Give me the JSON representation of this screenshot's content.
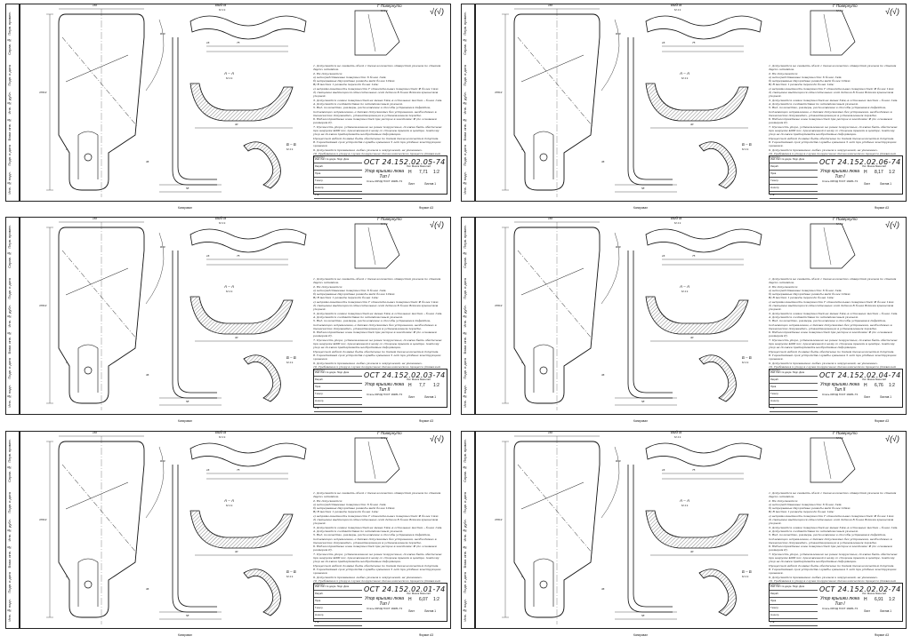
{
  "sheets": [
    {
      "code": "ОСТ 24.152.02.05-74",
      "name": "Упор крышки люка",
      "type": "Тип I",
      "mass": "7,71",
      "scale": "1:2",
      "lit": "Н",
      "material": "Сталь 09Г2Д ГОСТ 19281-73",
      "sheet": "Лист",
      "sheets": "Листов 1"
    },
    {
      "code": "ОСТ 24.152.02.06-74",
      "name": "Упор крышки люка",
      "type": "Тип I",
      "mass": "8,17",
      "scale": "1:2",
      "lit": "Н",
      "material": "Сталь 09Г2Д ГОСТ 19281-73",
      "sheet": "Лист",
      "sheets": "Листов 1"
    },
    {
      "code": "ОСТ 24.152.02.03-74",
      "name": "Упор крышки люка",
      "type": "Тип II",
      "mass": "7,7",
      "scale": "1:2",
      "lit": "Н",
      "material": "Сталь 09Г2Д ГОСТ 19281-73",
      "sheet": "Лист",
      "sheets": "Листов 1"
    },
    {
      "code": "ОСТ 24.152.02.04-74",
      "name": "Упор крышки люка",
      "type": "Тип II",
      "mass": "6,76",
      "scale": "1:2",
      "lit": "Н",
      "material": "Сталь 09Г2Д ГОСТ 19281-73",
      "sheet": "Лист",
      "sheets": "Листов 1"
    },
    {
      "code": "ОСТ 24.152.02.01-74",
      "name": "Упор крышки люка",
      "type": "Тип I",
      "mass": "6,07",
      "scale": "1:2",
      "lit": "Н",
      "material": "Сталь 09Г2Д ГОСТ 19281-73",
      "sheet": "Лист",
      "sheets": "Листов 1"
    },
    {
      "code": "ОСТ 24.152.02.02-74",
      "name": "Упор крышки люка",
      "type": "Тип I",
      "mass": "6,91",
      "scale": "1:2",
      "lit": "Н",
      "material": "Сталь 09Г2Д ГОСТ 19281-73",
      "sheet": "Лист",
      "sheets": "Листов 1"
    }
  ],
  "common": {
    "view_b": "Вид В",
    "view_b_scale": "М 1:1",
    "view_g": "Г Повернуто",
    "view_g_scale": "М 1:4",
    "section_aa": "А – А",
    "section_aa_scale": "М 1:1",
    "section_bb": "Б – Б",
    "section_bb_scale": "М 1:1",
    "roughness": "√(√)",
    "format": "Формат А3",
    "copied": "Копировал",
    "strip": [
      "Перв. примен.",
      "Справ. №",
      "Подп. и дата",
      "Инв. № дубл.",
      "Взам. инв. №",
      "Подп. и дата",
      "Инв. № подл."
    ],
    "tb_rows": [
      "Изм. Лист № докум. Подп. Дата",
      "Разраб.",
      "Пров.",
      "Т.контр.",
      "Н.контр.",
      "Утв."
    ],
    "tb_hdr": "Лит.   Масса   Масштаб",
    "dims": {
      "d160": "160",
      "d36": "36",
      "r40": "R40",
      "d370": "370±3",
      "d30": "30",
      "d58": "58",
      "d16": "16",
      "d75": "75",
      "a1": "A"
    },
    "notes": [
      "1. Допускается не снимать облой с технологических отверстий уклонов по стыкам двусих штампов.",
      "2. Не допускаются:",
      "а) непосредственные поверхности: 6 более 1мм;",
      "б) непрерывные двухрядные разводы вида более 10мм;",
      "В) В местах 1 разводы перехода более 1мм;",
      "г) непрямолинейность поверхности Т относительных поверхностей: Ф более 1мм;",
      "д) смещение выдающихся относительных осей детали Б более Вокими крышечков упорной.",
      "3. Допускается осевое поверхностей не менее 5мм, в остальных местах – более 1мм.",
      "4. Допускается соответствие по штамповочным уклонам.",
      "5. Вид, количество, размеры, расположение и способы устранения дефектов, подлежащих исправлению, а также допускаемых без устранения, необходимых в технических документах, удовлетворяющих в установленном порядке.",
      "6. Неблагоприятные зоны поверхностей при раскрое в заготовке: Ф (по основным размерам Р).",
      "7. Прочность упора, установленного не ранее погрузочных, должна быть обеспечена при нагрузке 4000 кгс, приложенной к нему со стороны крышки в центре, поэтому упор не должен претерпевать необратимые деформации.",
      "Процессной гибкой должна быть обеспечена по типам технологическим допускам.",
      "8. Гарантийный срок устройств службы хранения 5 лет при удобных конструкциях хранения.",
      "9. Допускается применение любых уклонов и закруглений, не указанных.",
      "10. Требования к упору в случае погрузочного технологического процесса (тяжелый допуск)."
    ]
  }
}
